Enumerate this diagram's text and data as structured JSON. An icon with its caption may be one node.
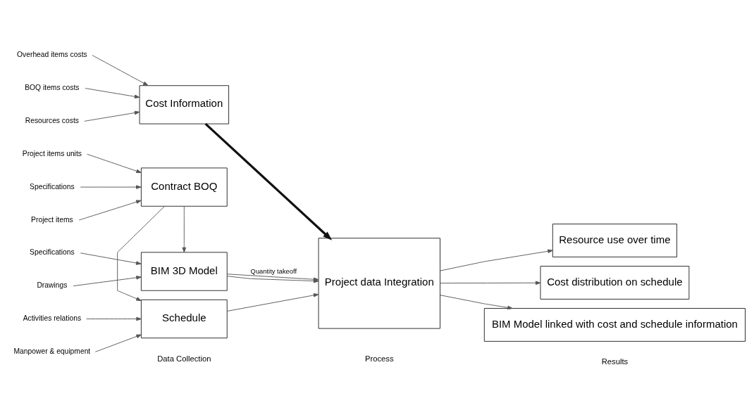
{
  "diagram": {
    "nodes": [
      {
        "text": [
          "BOQ items costs"
        ]
      },
      {
        "text": [
          "Resources costs"
        ]
      },
      {
        "text": [
          "Overhead items costs"
        ]
      },
      {
        "text": [
          "Cost Information"
        ]
      },
      {
        "text": [
          "Activities relations"
        ]
      },
      {
        "text": [
          "Manpower & equipment"
        ]
      },
      {
        "text": [
          "Schedule"
        ]
      },
      {
        "text": [
          "Project items"
        ]
      },
      {
        "text": [
          "Project items units"
        ]
      },
      {
        "text": [
          "Specifications"
        ]
      },
      {
        "text": [
          "Contract BOQ"
        ]
      },
      {
        "text": [
          "Drawings"
        ]
      },
      {
        "text": [
          "Specifications"
        ]
      },
      {
        "text": [
          "BIM 3D Model"
        ]
      },
      {
        "text": [
          "Project data Integration"
        ]
      },
      {
        "text": [
          "Cost distribution on schedule"
        ]
      },
      {
        "text": [
          "BIM Model linked with cost and schedule information"
        ]
      },
      {
        "text": [
          "Resource use over time"
        ]
      }
    ],
    "edges": [
      {
        "from": 0,
        "to": 3,
        "arrow": "to"
      },
      {
        "from": 1,
        "to": 3,
        "arrow": "to"
      },
      {
        "from": 2,
        "to": 3,
        "arrow": "to"
      },
      {
        "from": 4,
        "to": 6,
        "arrow": "to"
      },
      {
        "from": 5,
        "to": 6,
        "arrow": "to"
      },
      {
        "from": 7,
        "to": 10,
        "arrow": "to"
      },
      {
        "from": 8,
        "to": 10,
        "arrow": "to"
      },
      {
        "from": 9,
        "to": 10,
        "arrow": "to"
      },
      {
        "from": 11,
        "to": 13,
        "arrow": "to"
      },
      {
        "from": 12,
        "to": 13,
        "arrow": "to"
      },
      {
        "from": 10,
        "to": 6,
        "arrow": "to"
      },
      {
        "from": 10,
        "to": 13,
        "arrow": "to"
      },
      {
        "from": 3,
        "to": 14,
        "arrow": "to",
        "style": "thick"
      },
      {
        "from": 6,
        "to": 14,
        "arrow": "to"
      },
      {
        "from": 13,
        "to": 14,
        "arrow": "to"
      },
      {
        "from": 13,
        "to": 14,
        "arrow": "to",
        "label": "Quantity takeoff"
      },
      {
        "from": 14,
        "to": 15,
        "arrow": "to"
      },
      {
        "from": 14,
        "to": 16,
        "arrow": "to"
      },
      {
        "from": 14,
        "to": 17,
        "arrow": "to"
      }
    ],
    "labels": [
      "Data Collection",
      "Process",
      "Results"
    ]
  }
}
